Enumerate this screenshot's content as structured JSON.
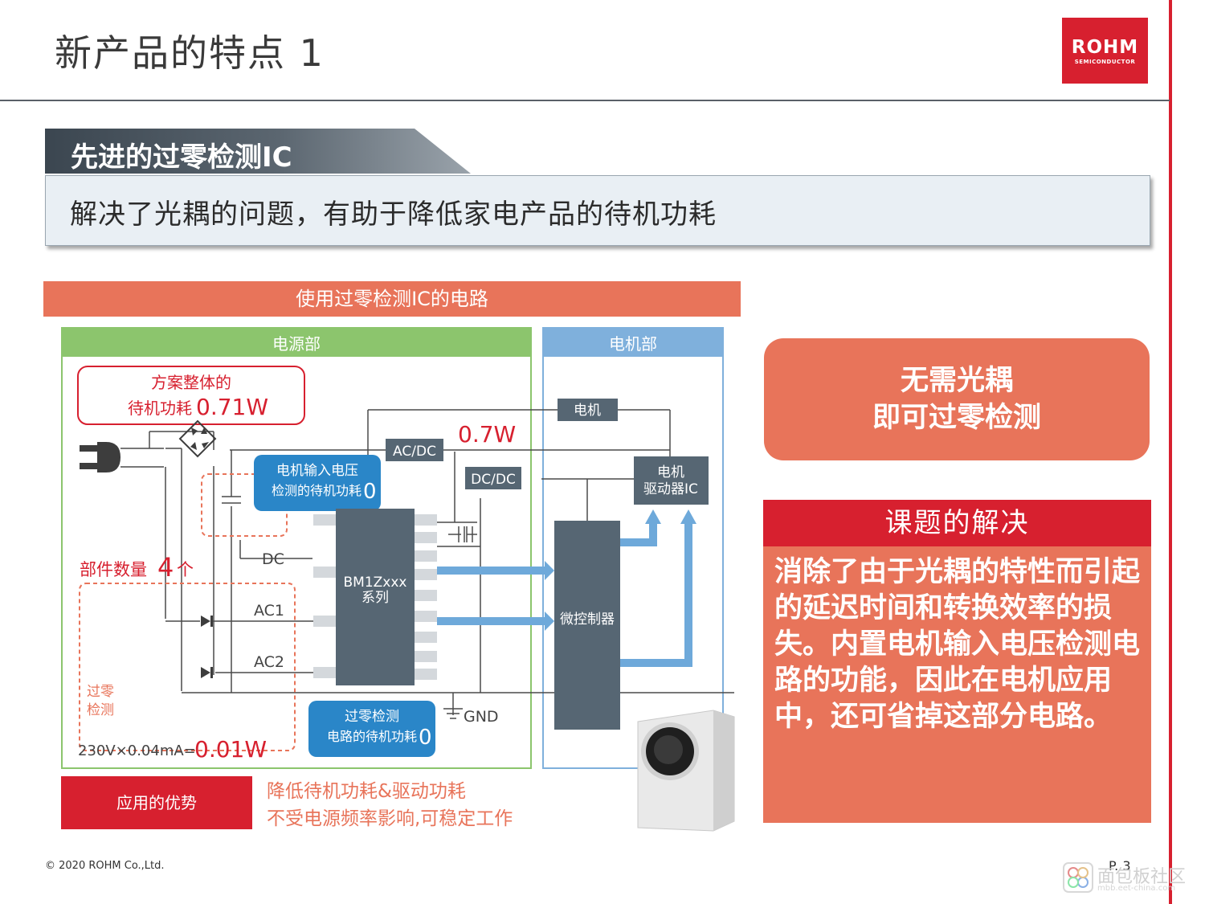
{
  "header": {
    "title": "新产品的特点 1"
  },
  "logo": {
    "name": "ROHM",
    "sub": "SEMICONDUCTOR"
  },
  "section": {
    "tab": "先进的过零检测IC",
    "summary": "解决了光耦的问题，有助于降低家电产品的待机功耗"
  },
  "diagram": {
    "title": "使用过零检测IC的电路",
    "power_section": "电源部",
    "motor_section": "电机部",
    "standby_box": {
      "line1": "方案整体的",
      "line2_prefix": "待机功耗",
      "line2_value": "0.71W"
    },
    "motor_block": "电机",
    "acdc": "AC/DC",
    "dcdc": "DC/DC",
    "power_value": "0.7W",
    "motor_voltage_badge": {
      "line1": "电机输入电压",
      "line2_prefix": "检测的待机功耗",
      "line2_value": "0"
    },
    "driver_ic": {
      "line1": "电机",
      "line2": "驱动器IC"
    },
    "pin_dc": "DC",
    "pin_ac1": "AC1",
    "pin_ac2": "AC2",
    "parts_count": {
      "prefix": "部件数量",
      "value": "4",
      "suffix": "个"
    },
    "ic_label": {
      "line1": "BM1Zxxx",
      "line2": "系列"
    },
    "mcu": "微控制器",
    "zero_cross_label": {
      "line1": "过零",
      "line2": "检测"
    },
    "gnd": "GND",
    "zero_cross_badge": {
      "line1": "过零检测",
      "line2_prefix": "电路的待机功耗",
      "line2_value": "0"
    },
    "calc": {
      "prefix": "230V×0.04mA=",
      "value": "0.01W"
    },
    "advantage_label": "应用的优势",
    "advantages": [
      "降低待机功耗&驱动功耗",
      "不受电源频率影响,可稳定工作"
    ]
  },
  "callout": {
    "line1": "无需光耦",
    "line2": "即可过零检测"
  },
  "solution": {
    "title": "课题的解决",
    "body": "消除了由于光耦的特性而引起的延迟时间和转换效率的损失。内置电机输入电压检测电路的功能，因此在电机应用中，还可省掉这部分电路。"
  },
  "footer": {
    "copyright": "© 2020 ROHM Co.,Ltd.",
    "page": "P. 3",
    "watermark": "面包板社区",
    "watermark_url": "mbb.eet-china.com"
  }
}
